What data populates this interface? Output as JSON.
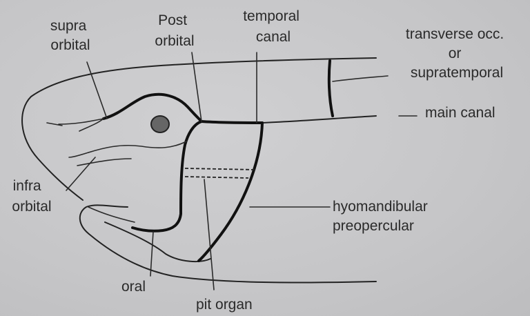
{
  "labels": {
    "supra_orbital": [
      "supra",
      "orbital"
    ],
    "post_orbital": [
      "Post",
      "orbital"
    ],
    "temporal_canal": [
      "temporal",
      "canal"
    ],
    "transverse": [
      "transverse occ.",
      "or",
      "supratemporal"
    ],
    "main_canal": "main canal",
    "infra_orbital": [
      "infra",
      "orbital"
    ],
    "hyomandibular": [
      "hyomandibular",
      "preopercular"
    ],
    "oral": "oral",
    "pit_organ": "pit organ"
  }
}
